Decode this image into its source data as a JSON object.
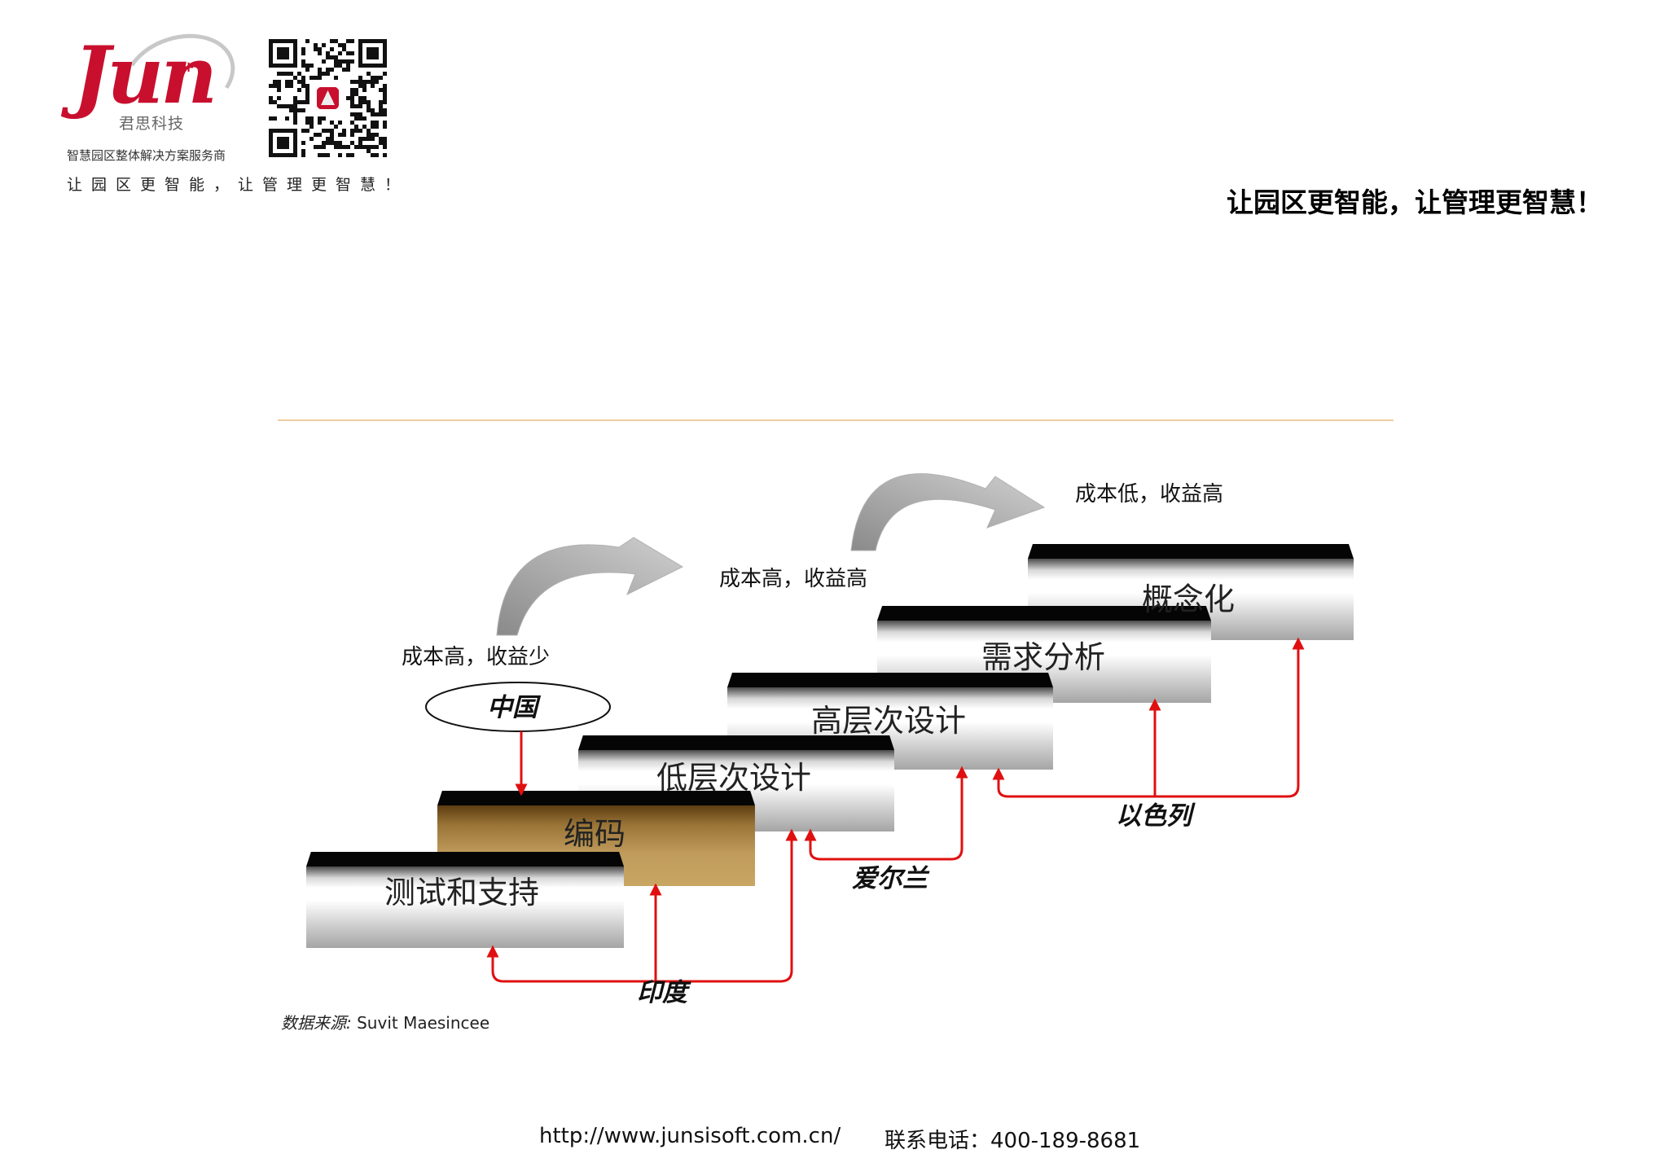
{
  "header": {
    "logo_text": "Jun",
    "logo_cn": "君思科技",
    "company_tagline": "智慧园区整体解决方案服务商",
    "slogan_spaced": "让园区更智能，让管理更智慧！",
    "slogan": "让园区更智能，让管理更智慧！"
  },
  "diagram": {
    "steps": [
      {
        "label": "测试和支持",
        "style": "silver"
      },
      {
        "label": "编码",
        "style": "gold"
      },
      {
        "label": "低层次设计",
        "style": "silver"
      },
      {
        "label": "高层次设计",
        "style": "silver"
      },
      {
        "label": "需求分析",
        "style": "silver"
      },
      {
        "label": "概念化",
        "style": "silver"
      }
    ],
    "cost_labels": {
      "high_low": "成本高，收益少",
      "high_high": "成本高，收益高",
      "low_high": "成本低，收益高"
    },
    "countries": {
      "china": "中国",
      "india": "印度",
      "ireland": "爱尔兰",
      "israel": "以色列"
    },
    "colors": {
      "arrow": "#e01010",
      "gold_step": "#c09b5c",
      "curve_arrow": "#9a9a9a"
    }
  },
  "source": {
    "prefix": "数据来源:",
    "author": "Suvit Maesincee"
  },
  "footer": {
    "url": "http://www.junsisoft.com.cn/",
    "phone": "联系电话：400-189-8681"
  }
}
